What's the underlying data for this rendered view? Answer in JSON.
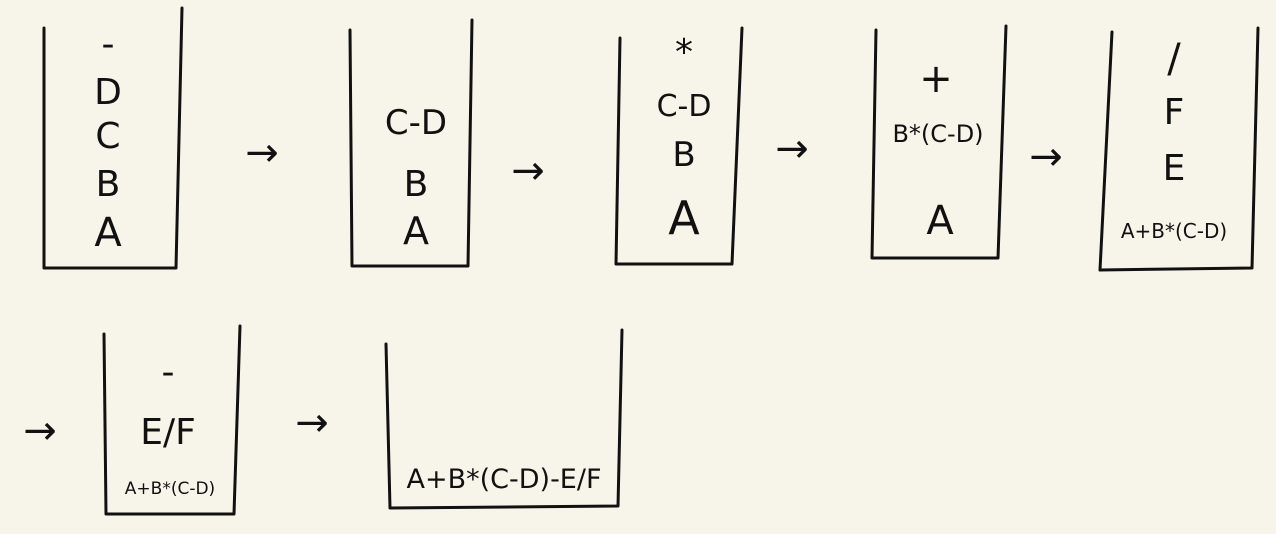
{
  "colors": {
    "background": "#f7f5e9",
    "ink": "#111111"
  },
  "stacks": [
    {
      "items": [
        "A",
        "B",
        "C",
        "D",
        "-"
      ]
    },
    {
      "items": [
        "A",
        "B",
        "C-D"
      ]
    },
    {
      "items": [
        "A",
        "B",
        "C-D",
        "*"
      ]
    },
    {
      "items": [
        "A",
        "B*(C-D)",
        "+"
      ]
    },
    {
      "items": [
        "A+B*(C-D)",
        "E",
        "F",
        "/"
      ]
    },
    {
      "items": [
        "A+B*(C-D)",
        "E/F",
        "-"
      ]
    },
    {
      "items": [
        "A+B*(C-D)-E/F"
      ]
    }
  ],
  "arrow_glyph": "→"
}
